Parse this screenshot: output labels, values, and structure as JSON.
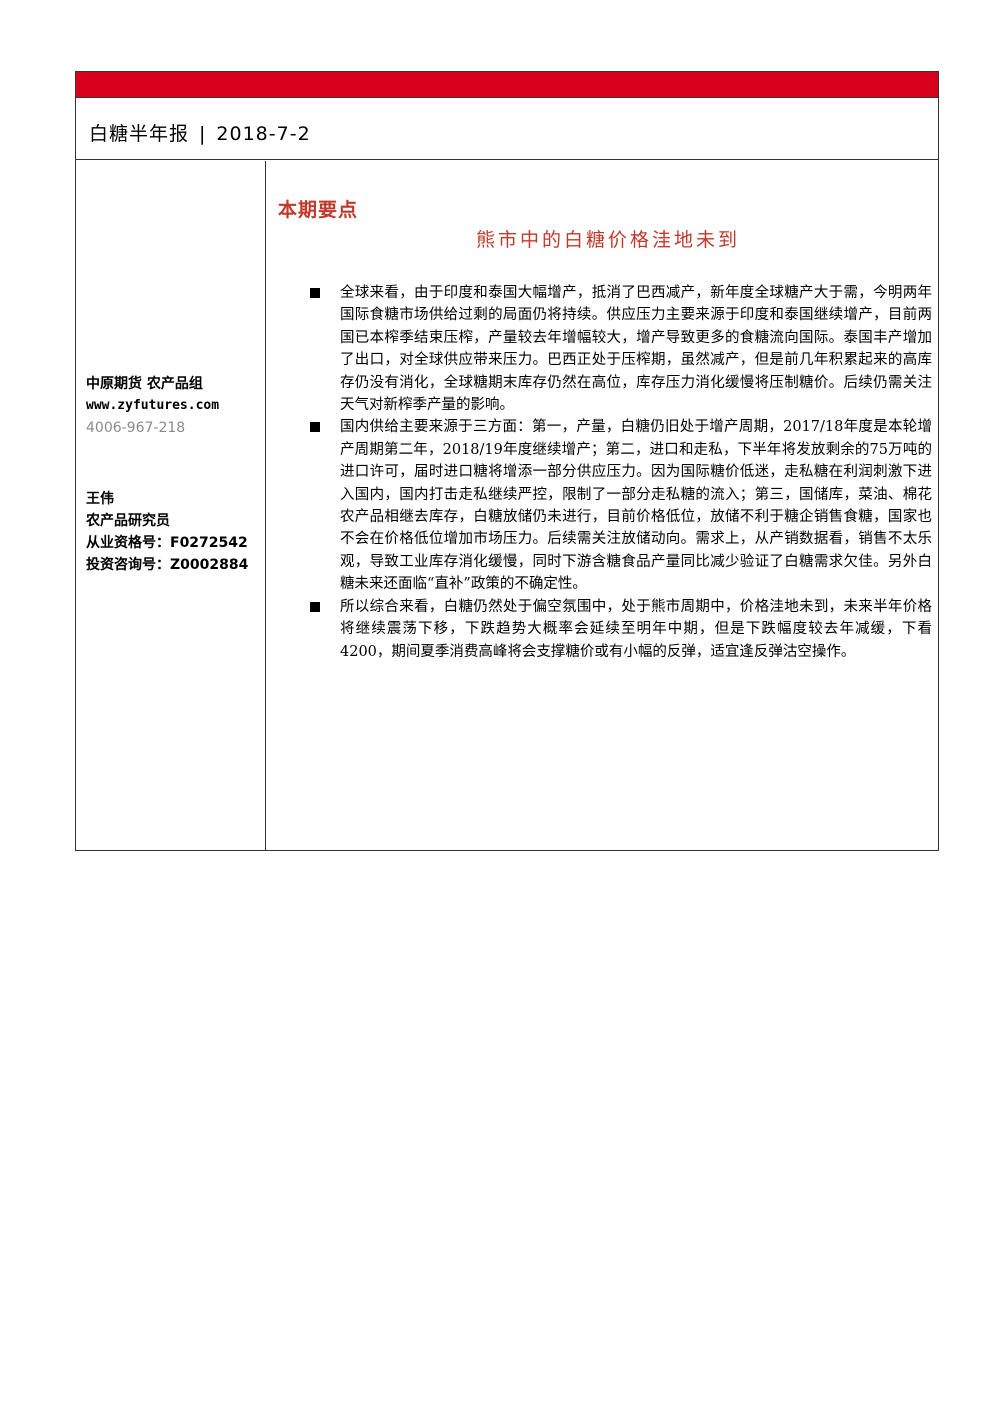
{
  "header": {
    "title": "白糖半年报",
    "separator": "|",
    "date": "2018-7-2"
  },
  "sidebar": {
    "org_name": "中原期货 农产品组",
    "website": "www.zyfutures.com",
    "phone": "4006-967-218",
    "analyst_name": "王伟",
    "analyst_title": "农产品研究员",
    "qualification": "从业资格号：F0272542",
    "consulting": "投资咨询号：Z0002884"
  },
  "main": {
    "section_label": "本期要点",
    "headline": "熊市中的白糖价格洼地未到",
    "bullets": [
      "全球来看，由于印度和泰国大幅增产，抵消了巴西减产，新年度全球糖产大于需，今明两年国际食糖市场供给过剩的局面仍将持续。供应压力主要来源于印度和泰国继续增产，目前两国已本榨季结束压榨，产量较去年增幅较大，增产导致更多的食糖流向国际。泰国丰产增加了出口，对全球供应带来压力。巴西正处于压榨期，虽然减产，但是前几年积累起来的高库存仍没有消化，全球糖期末库存仍然在高位，库存压力消化缓慢将压制糖价。后续仍需关注天气对新榨季产量的影响。",
      "国内供给主要来源于三方面：第一，产量，白糖仍旧处于增产周期，2017/18年度是本轮增产周期第二年，2018/19年度继续增产；第二，进口和走私，下半年将发放剩余的75万吨的进口许可，届时进口糖将增添一部分供应压力。因为国际糖价低迷，走私糖在利润刺激下进入国内，国内打击走私继续严控，限制了一部分走私糖的流入；第三，国储库，菜油、棉花农产品相继去库存，白糖放储仍未进行，目前价格低位，放储不利于糖企销售食糖，国家也不会在价格低位增加市场压力。后续需关注放储动向。需求上，从产销数据看，销售不太乐观，导致工业库存消化缓慢，同时下游含糖食品产量同比减少验证了白糖需求欠佳。另外白糖未来还面临“直补”政策的不确定性。",
      "所以综合来看，白糖仍然处于偏空氛围中，处于熊市周期中，价格洼地未到，未来半年价格将继续震荡下移，下跌趋势大概率会延续至明年中期，但是下跌幅度较去年减缓，下看4200，期间夏季消费高峰将会支撑糖价或有小幅的反弹，适宜逢反弹沽空操作。"
    ]
  },
  "colors": {
    "accent_red": "#d9001b",
    "heading_red": "#c0392b",
    "phone_gray": "#8a8a8a"
  }
}
